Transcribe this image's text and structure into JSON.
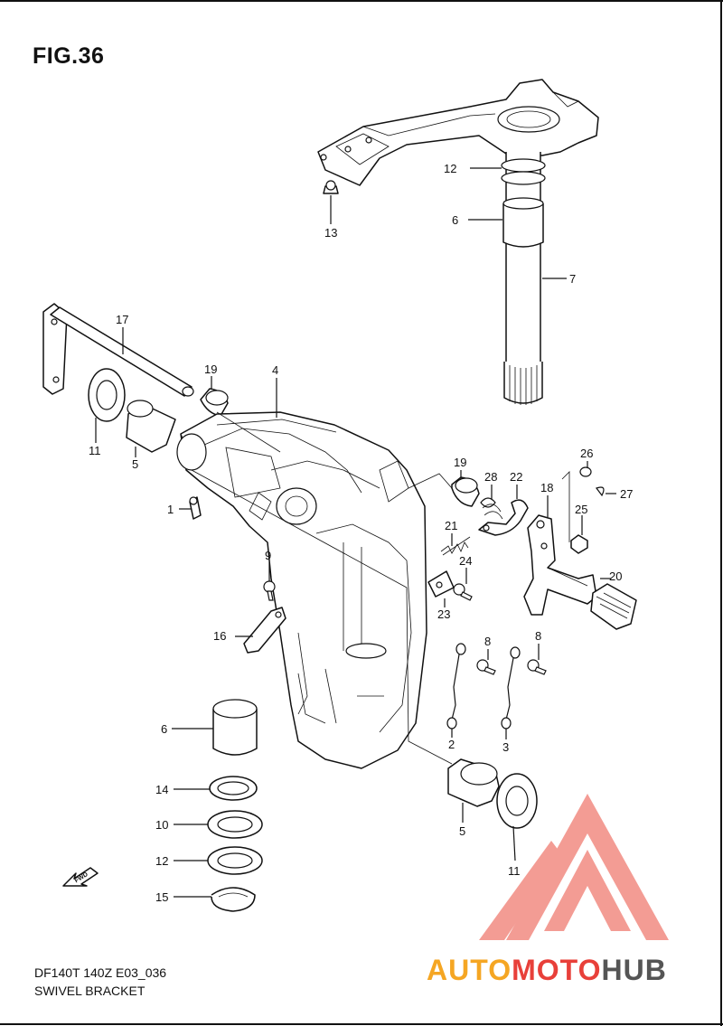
{
  "figure": {
    "title": "FIG.36",
    "code": "DF140T 140Z E03_036",
    "name": "SWIVEL BRACKET",
    "fwd_label": "FWD"
  },
  "callouts": [
    {
      "id": "c12a",
      "label": "12"
    },
    {
      "id": "c6a",
      "label": "6"
    },
    {
      "id": "c7",
      "label": "7"
    },
    {
      "id": "c13",
      "label": "13"
    },
    {
      "id": "c17",
      "label": "17"
    },
    {
      "id": "c19a",
      "label": "19"
    },
    {
      "id": "c4",
      "label": "4"
    },
    {
      "id": "c11a",
      "label": "11"
    },
    {
      "id": "c5a",
      "label": "5"
    },
    {
      "id": "c1",
      "label": "1"
    },
    {
      "id": "c19b",
      "label": "19"
    },
    {
      "id": "c28",
      "label": "28"
    },
    {
      "id": "c22",
      "label": "22"
    },
    {
      "id": "c18",
      "label": "18"
    },
    {
      "id": "c26",
      "label": "26"
    },
    {
      "id": "c27",
      "label": "27"
    },
    {
      "id": "c25",
      "label": "25"
    },
    {
      "id": "c21",
      "label": "21"
    },
    {
      "id": "c24",
      "label": "24"
    },
    {
      "id": "c23",
      "label": "23"
    },
    {
      "id": "c20",
      "label": "20"
    },
    {
      "id": "c9",
      "label": "9"
    },
    {
      "id": "c16",
      "label": "16"
    },
    {
      "id": "c8a",
      "label": "8"
    },
    {
      "id": "c8b",
      "label": "8"
    },
    {
      "id": "c2",
      "label": "2"
    },
    {
      "id": "c3",
      "label": "3"
    },
    {
      "id": "c6b",
      "label": "6"
    },
    {
      "id": "c14",
      "label": "14"
    },
    {
      "id": "c10",
      "label": "10"
    },
    {
      "id": "c12b",
      "label": "12"
    },
    {
      "id": "c15",
      "label": "15"
    },
    {
      "id": "c5b",
      "label": "5"
    },
    {
      "id": "c11b",
      "label": "11"
    }
  ],
  "watermark": {
    "part1": "AUTO",
    "part2": "MOTO",
    "part3": "HUB",
    "colors": {
      "orange": "#f5a623",
      "red": "#e8403a",
      "gray": "#555555",
      "triangle": "#f28b82"
    }
  }
}
